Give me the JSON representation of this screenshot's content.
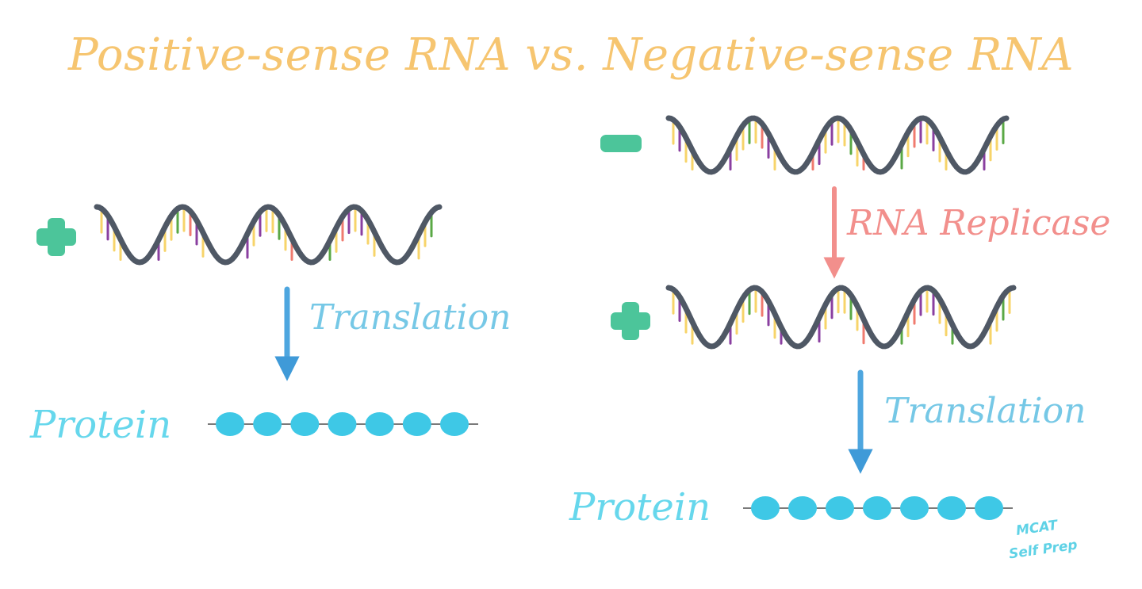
{
  "title": "Positive-sense RNA vs. Negative-sense RNA",
  "positive_path": {
    "sign": "+",
    "step_label": "Translation",
    "product_label": "Protein"
  },
  "negative_path": {
    "sign": "-",
    "replicase_label": "RNA Replicase",
    "converted_sign": "+",
    "step_label": "Translation",
    "product_label": "Protein"
  },
  "watermark": [
    "MCAT",
    "Self Prep"
  ],
  "colors": {
    "title": "#f6c570",
    "sign": "#4cc59a",
    "rna_backbone": "#4f5865",
    "base_yellow": "#f7d46a",
    "base_purple": "#8a3fa0",
    "base_green": "#5aa845",
    "base_red": "#f07b6f",
    "translation_arrow": "#4ea6df",
    "replicase_arrow": "#f28f8c",
    "protein_bead": "#3ec8e6"
  },
  "protein_bead_count": 7
}
